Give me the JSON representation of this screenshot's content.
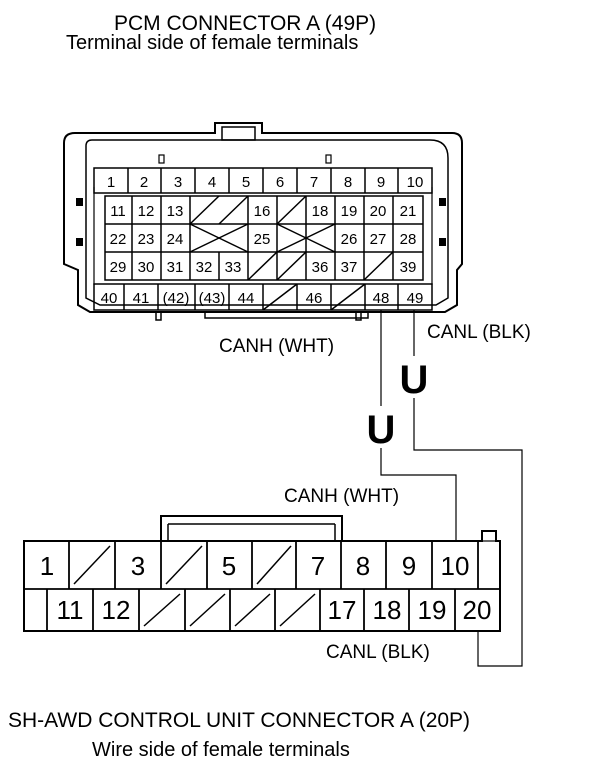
{
  "pcm": {
    "title": "PCM CONNECTOR A (49P)",
    "subtitle": "Terminal side of female terminals",
    "pins": {
      "row1": [
        "1",
        "2",
        "3",
        "4",
        "5",
        "6",
        "7",
        "8",
        "9",
        "10"
      ],
      "row2": [
        "11",
        "12",
        "13",
        "16",
        "18",
        "19",
        "20",
        "21"
      ],
      "row3": [
        "22",
        "23",
        "24",
        "25",
        "26",
        "27",
        "28"
      ],
      "row4": [
        "29",
        "30",
        "31",
        "32",
        "33",
        "36",
        "37",
        "39"
      ],
      "row5": [
        "40",
        "41",
        "(42)",
        "(43)",
        "44",
        "46",
        "48",
        "49"
      ]
    }
  },
  "wires": {
    "canh_pcm": "CANH (WHT)",
    "canl_pcm": "CANL (BLK)",
    "canh_awd": "CANH (WHT)",
    "canl_awd": "CANL (BLK)",
    "break_symbol": "U"
  },
  "awd": {
    "title": "SH-AWD CONTROL UNIT CONNECTOR A (20P)",
    "subtitle": "Wire side of female terminals",
    "pins": {
      "row1": [
        "1",
        "3",
        "5",
        "7",
        "8",
        "9",
        "10"
      ],
      "row2": [
        "11",
        "12",
        "17",
        "18",
        "19",
        "20"
      ]
    }
  },
  "colors": {
    "line": "#000000",
    "background": "#ffffff"
  }
}
